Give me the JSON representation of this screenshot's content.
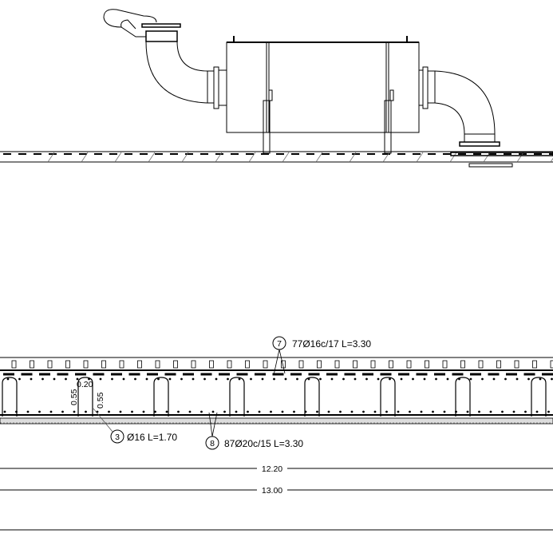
{
  "annotations": {
    "mark7": {
      "number": "7",
      "text": "77Ø16c/17 L=3.30"
    },
    "mark3": {
      "number": "3",
      "text": "Ø16 L=1.70"
    },
    "mark8": {
      "number": "8",
      "text": "87Ø20c/15 L=3.30"
    }
  },
  "dimensions": {
    "cover": "0.20",
    "height_left": "0.55",
    "height_right": "0.55",
    "inner_length": "12.20",
    "total_length": "13.00"
  },
  "colors": {
    "line": "#000000",
    "leader": "#555555",
    "background": "#ffffff"
  }
}
